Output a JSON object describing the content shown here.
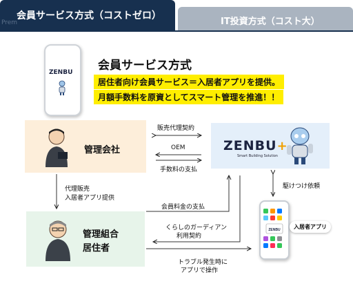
{
  "tabs": {
    "active_label": "会員サービス方式（コストゼロ）",
    "ghost_text": "Prem",
    "inactive_label": "IT投資方式（コスト大）"
  },
  "intro": {
    "title": "会員サービス方式",
    "highlight_1": "居住者向け会員サービス＝入居者アプリを提供。",
    "highlight_2": "月額手数料を原資としてスマート管理を推進！！",
    "phone_logo": "ZENBU"
  },
  "nodes": {
    "kanri": "管理会社",
    "kumiai_line1": "管理組合",
    "kumiai_line2": "居住者",
    "zenbu_logo": "ZENBU",
    "zenbu_plus": "+",
    "zenbu_subtitle": "Smart Building Solution",
    "app_badge": "入居者アプリ"
  },
  "flows": {
    "agency": "販売代理契約",
    "oem": "OEM",
    "fee": "手数料の支払",
    "resell_1": "代理販売",
    "resell_2": "入居者アプリ提供",
    "member_fee": "会員料金の支払",
    "guardian_1": "くらしのガーディアン",
    "guardian_2": "利用契約",
    "trouble_1": "トラブル発生時に",
    "trouble_2": "アプリで操作",
    "rush": "駆けつけ依頼"
  },
  "colors": {
    "tab_active": "#17304f",
    "tab_inactive": "#aab4c0",
    "highlight": "#ffee00",
    "kanri_box": "#fdeeda",
    "kumiai_box": "#e7f4ea",
    "zenbu_box": "#e4effa",
    "accent_plus": "#f0a000"
  }
}
